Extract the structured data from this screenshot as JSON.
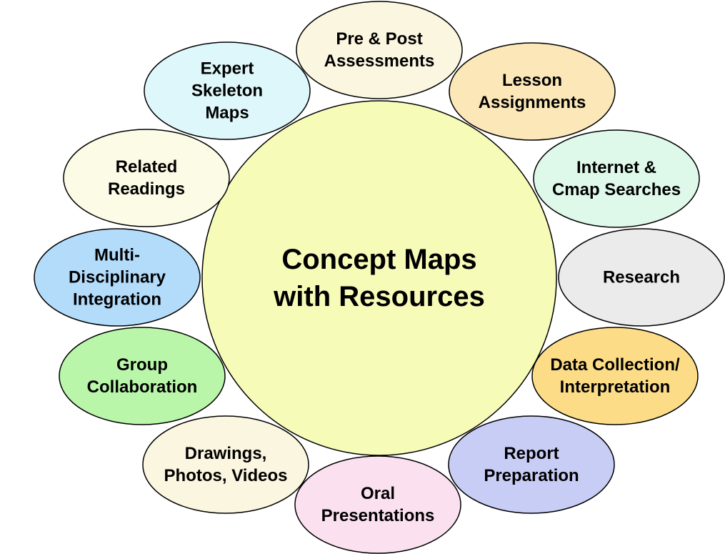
{
  "center": {
    "lines": [
      "Concept Maps",
      "with Resources"
    ],
    "color": "#f7fbb8"
  },
  "nodes": [
    {
      "id": "pre-post-assessments",
      "lines": [
        "Pre & Post",
        "Assessments"
      ],
      "color": "#fbf6e0"
    },
    {
      "id": "lesson-assignments",
      "lines": [
        "Lesson",
        "Assignments"
      ],
      "color": "#fbe7b8"
    },
    {
      "id": "internet-cmap-searches",
      "lines": [
        "Internet &",
        "Cmap Searches"
      ],
      "color": "#def8ea"
    },
    {
      "id": "research",
      "lines": [
        "Research"
      ],
      "color": "#ebebeb"
    },
    {
      "id": "data-collection-interpretation",
      "lines": [
        "Data Collection/",
        "Interpretation"
      ],
      "color": "#fcdc87"
    },
    {
      "id": "report-preparation",
      "lines": [
        "Report",
        "Preparation"
      ],
      "color": "#c8cdf6"
    },
    {
      "id": "oral-presentations",
      "lines": [
        "Oral",
        "Presentations"
      ],
      "color": "#fbe0ef"
    },
    {
      "id": "drawings-photos-videos",
      "lines": [
        "Drawings,",
        "Photos, Videos"
      ],
      "color": "#fbf6e0"
    },
    {
      "id": "group-collaboration",
      "lines": [
        "Group",
        "Collaboration"
      ],
      "color": "#b9f6a9"
    },
    {
      "id": "multi-disciplinary-integration",
      "lines": [
        "Multi-",
        "Disciplinary",
        "Integration"
      ],
      "color": "#b3dcfb"
    },
    {
      "id": "related-readings",
      "lines": [
        "Related",
        "Readings"
      ],
      "color": "#fbfbe6"
    },
    {
      "id": "expert-skeleton-maps",
      "lines": [
        "Expert",
        "Skeleton",
        "Maps"
      ],
      "color": "#def7fb"
    }
  ]
}
